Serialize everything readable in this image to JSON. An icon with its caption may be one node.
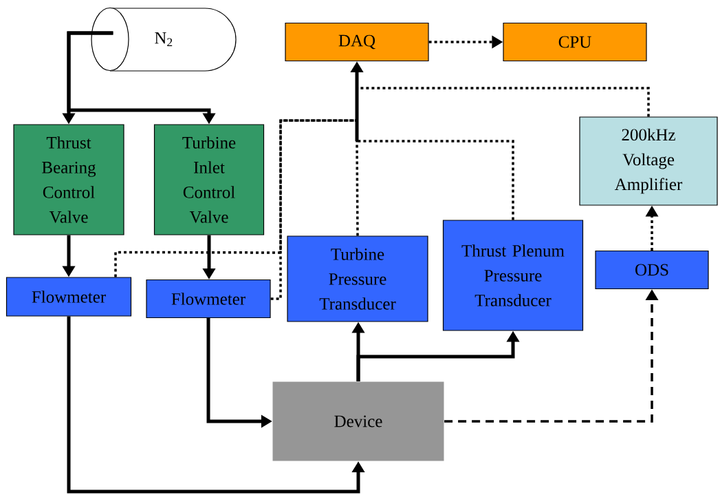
{
  "diagram": {
    "nodes": [
      {
        "text": [
          "N$_{2}$"
        ]
      },
      {
        "text": [
          "DAQ"
        ]
      },
      {
        "text": [
          "CPU"
        ]
      },
      {
        "text": [
          "Thrust Bearing Control Valve"
        ]
      },
      {
        "text": [
          "Turbine Inlet Control Valve"
        ]
      },
      {
        "text": [
          "200kHz Voltage Amplifier"
        ]
      },
      {
        "text": [
          "Flowmeter"
        ]
      },
      {
        "text": [
          "Flowmeter"
        ]
      },
      {
        "text": [
          "Turbine Pressure Transducer"
        ]
      },
      {
        "text": [
          "Thrust Plenum Pressure Transducer"
        ]
      },
      {
        "text": [
          "ODS"
        ]
      },
      {
        "text": [
          "Device"
        ]
      }
    ],
    "edges": [
      {
        "from": 0,
        "to": 3,
        "arrow": "to"
      },
      {
        "from": 0,
        "to": 4,
        "arrow": "to"
      },
      {
        "from": 3,
        "to": 6,
        "arrow": "to"
      },
      {
        "from": 4,
        "to": 7,
        "arrow": "to"
      },
      {
        "from": 6,
        "to": 11,
        "arrow": "to"
      },
      {
        "from": 7,
        "to": 11,
        "arrow": "to"
      },
      {
        "from": 11,
        "to": 8,
        "arrow": "to"
      },
      {
        "from": 11,
        "to": 9,
        "arrow": "to"
      },
      {
        "from": 11,
        "to": 10,
        "arrow": "to",
        "style": "dashed"
      },
      {
        "from": 10,
        "to": 5,
        "arrow": "to",
        "style": "dashed"
      },
      {
        "from": 6,
        "to": 1,
        "arrow": "to",
        "style": "dashed"
      },
      {
        "from": 7,
        "to": 1,
        "arrow": "to",
        "style": "dashed"
      },
      {
        "from": 8,
        "to": 1,
        "arrow": "to",
        "style": "dashed"
      },
      {
        "from": 9,
        "to": 1,
        "arrow": "to",
        "style": "dashed"
      },
      {
        "from": 5,
        "to": 1,
        "arrow": "to",
        "style": "dashed"
      },
      {
        "from": 1,
        "to": 2,
        "arrow": "to",
        "style": "dashed"
      }
    ]
  }
}
